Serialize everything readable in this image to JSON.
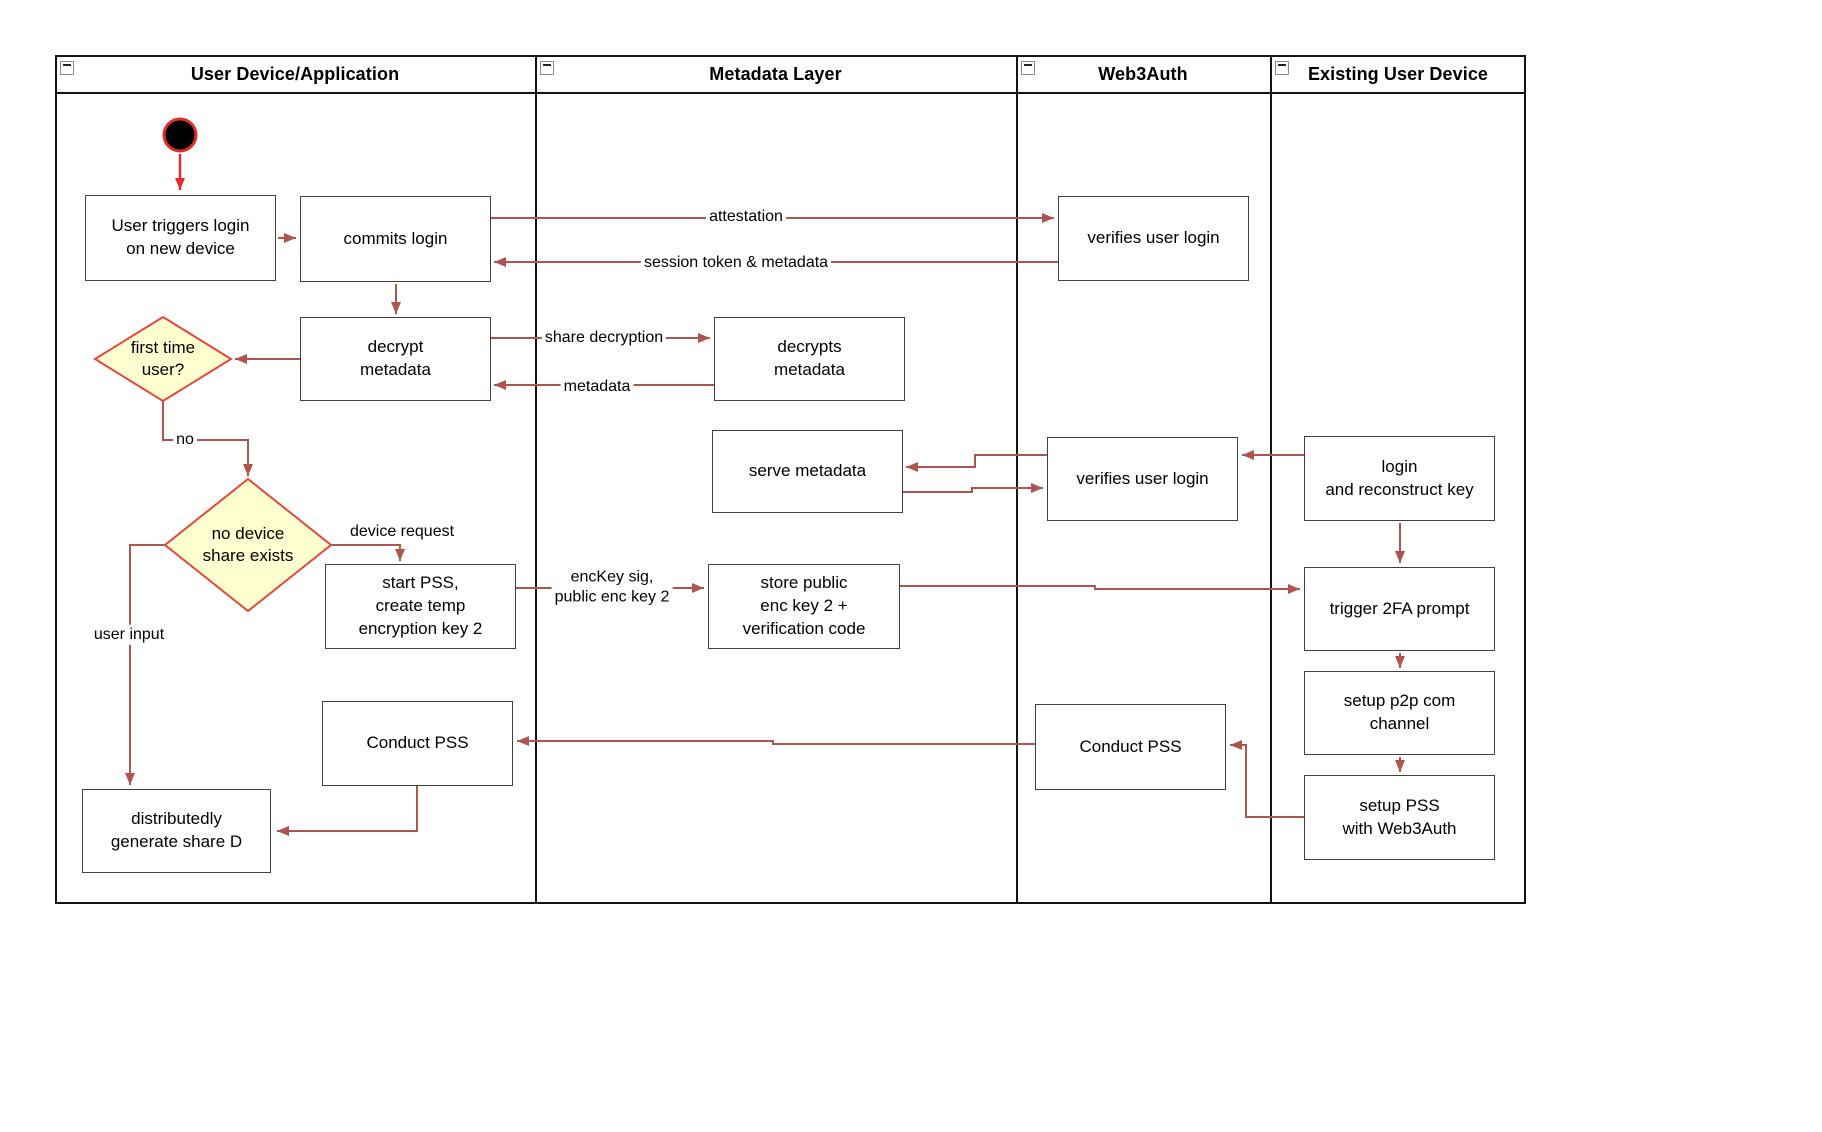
{
  "lanes": [
    {
      "title": "User Device/Application"
    },
    {
      "title": "Metadata Layer"
    },
    {
      "title": "Web3Auth"
    },
    {
      "title": "Existing User Device"
    }
  ],
  "nodes": {
    "user_triggers_login": "User triggers login\non new device",
    "commits_login": "commits login",
    "decrypt_metadata": "decrypt\nmetadata",
    "first_time_user": "first time\nuser?",
    "no_device_share": "no device\nshare exists",
    "start_pss": "start PSS,\ncreate temp\nencryption key 2",
    "conduct_pss_user": "Conduct PSS",
    "distributedly_generate": "distributedly\ngenerate share D",
    "decrypts_metadata": "decrypts\nmetadata",
    "serve_metadata": "serve metadata",
    "store_public_key": "store public\nenc key 2 +\nverification code",
    "verifies_user_login_1": "verifies user login",
    "verifies_user_login_2": "verifies user login",
    "conduct_pss_web3auth": "Conduct PSS",
    "login_reconstruct": "login\nand reconstruct key",
    "trigger_2fa": "trigger 2FA prompt",
    "setup_p2p": "setup p2p com\nchannel",
    "setup_pss": "setup PSS\nwith Web3Auth"
  },
  "edge_labels": {
    "attestation": "attestation",
    "session_token": "session token & metadata",
    "share_decryption": "share decryption",
    "metadata": "metadata",
    "no": "no",
    "device_request": "device request",
    "enckey_sig": "encKey sig,\npublic enc key 2",
    "user_input": "user input"
  },
  "colors": {
    "edge": "#b05450",
    "start_edge": "#e22e28",
    "diamond_fill": "#ffffcf",
    "diamond_stroke": "#e8453c",
    "node_border": "#3f3f3f"
  }
}
